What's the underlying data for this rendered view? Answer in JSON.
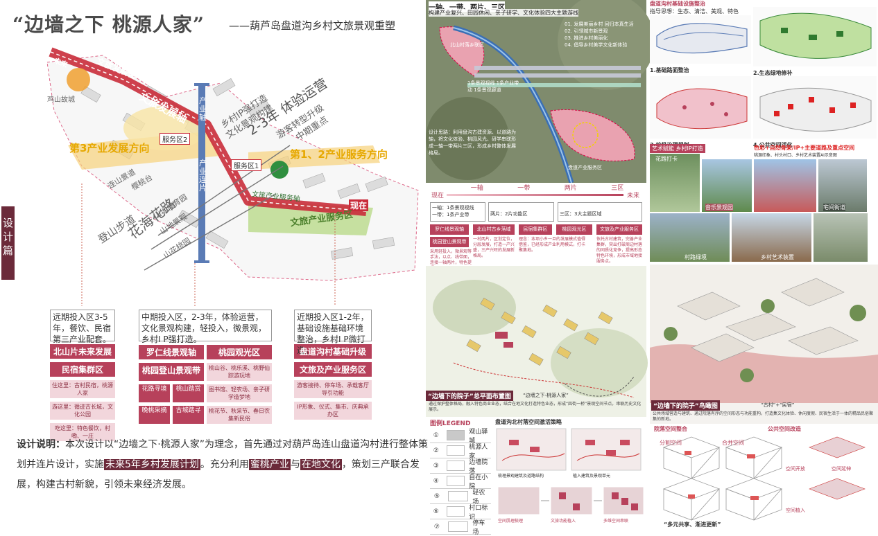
{
  "header": {
    "title": "“边墙之下 桃源人家”",
    "subtitle": "——葫芦岛盘道沟乡村文旅景观重塑"
  },
  "side_tag": "设计篇",
  "map": {
    "axis_main": "文旅发展轴",
    "axis_future": "未来",
    "axis_now": "现在",
    "industry_axis": "产业轴",
    "industry_chain": "产业连片",
    "ops": "2-3年 体验运营",
    "ip_label": "乡村IP强打造",
    "culture": "文化景观构建",
    "upgrade": "游客转型升级",
    "mid_focus": "中期重点",
    "band3": "第3产业发展方向",
    "band12": "第1、2产业服务方向",
    "service1": "服务区1",
    "service2": "服务区2",
    "north_service": "文旅产业服务轴",
    "culture_service": "文旅产业服务区",
    "hill_path": "登山步道",
    "flower_road": "花海花路",
    "hill_landscape": "山地景观",
    "mountain_park": "山地体育园",
    "huashan": "山花桃园",
    "lianshan": "连山景道",
    "old_town": "鸡山故城",
    "cherry": "樱桃台",
    "future_dev": "北山片未来发展"
  },
  "columns": {
    "far": {
      "text": "远期投入区3-5年，餐饮、民宿第三产业配套。",
      "pill1": "北山片未来发展",
      "pill2": "民宿集群区",
      "items": [
        "住这里：古村民宿，桃源人家",
        "游这里：循迹古长城，文化公园",
        "吃这里：特色餐饮，村嘞、一庄"
      ]
    },
    "mid": {
      "text": "中期投入区，2-3年，体验运营，文化景观构建，轻投入，微景观，乡村I P强打造。",
      "pills": [
        "罗仁线景观轴",
        "桃园观光区",
        "桃园登山景观带"
      ],
      "minis": [
        "桃山谷、桃乐溪、桃野仙踪游玩地",
        "图书馆、轻农场、亲子研学造梦地",
        "桃花节、秋采节、春日农集新民俗"
      ],
      "small": [
        "花路寻境",
        "桃山踏赏",
        "晚桃采摘",
        "古城踏寻"
      ]
    },
    "near": {
      "text": "近期投入区1-2年，基础设施基础环境整治，乡村I P微打造。",
      "pill1": "盘道沟村基础升级",
      "pill2": "文旅及产业服务区",
      "minis": [
        "游客接待、停车场、承载客厅导引功能",
        "IP形象、仪式、集市、庆典承办区"
      ]
    }
  },
  "description": {
    "lead": "设计说明：",
    "p1": "本次设计以“边墙之下·桃源人家”为理念，首先通过对葫芦岛连山盘道沟村进行整体策划并连片设计，实施",
    "h1": "未来5年乡村发展计划",
    "p2": "。充分利用",
    "h2": "蜜桃产业",
    "p3": "与",
    "h3": "在地文化",
    "p4": "，策划三产联合发展，构建古村新貌，引领未来经济发展。"
  },
  "panel_a": {
    "heading": "一轴、一带、两片、三区",
    "sub": "构建产业复兴、田园休闲、亲子研学、文化体验四大主题游线",
    "list": [
      "01. 发展美丽乡村 回归本真生活",
      "02. 引领城市新景观",
      "03. 推进乡村美丽化",
      "04. 倡导乡村美学文化新体验"
    ],
    "tag1": "北山村落乡联区",
    "tag2": "盘道产业服务区",
    "text_left": "设计思路：利用盘沟古建资源、以道路为轴，将文化体验、桃园风光、研学串联形成一轴一带两片三区，形成乡村整体发展格局。",
    "mid_text": "1条景观视线 1条产业带动 1条景观廊道"
  },
  "timeline": {
    "labels": [
      "一轴",
      "一带",
      "两片",
      "三区"
    ],
    "now": "现在",
    "future": "未来",
    "boxes": [
      "一轴：1条景观视线\n一带：1条产业带",
      "两片：2片功能区",
      "三区：3大主题区域"
    ],
    "pills": [
      "罗仁线景观轴",
      "北山村古乡落域",
      "民宿集群区",
      "桃园观光区",
      "文旅及产业服务区",
      "桃园登山景观带"
    ],
    "notes": [
      "采用轻投入，微景观等手法，以点、线带面，连接一轴两片，特色提质。",
      "一村两片，区划定位，分层发展，打造一产兴盛，三产兴旺的发展新格局。",
      "理念：本项小乡一旦的发展模式值得借鉴，已经形成产业利用模式，打卡聚集地。",
      "依托古村建筑，完善产业集群，突出打破周边村落的同质化竞争，提高形态特色环境，形成市域地接服务点。"
    ]
  },
  "plan": {
    "caption": "“边墙下的院子”总平面布置图",
    "sub": "“边墙之下-桃源人家”",
    "text": "通过保护整体格局，融入特色商业业态，结合在地文化打造特色业态，形成“四街一桥”景观空间节点，串联历史文化展示。"
  },
  "legend": {
    "title": "图例LEGEND",
    "rows": [
      {
        "n": "①",
        "label": "观山驿城",
        "color": "#c9c9c9"
      },
      {
        "n": "②",
        "label": "桃源人家",
        "color": "#ffffff"
      },
      {
        "n": "③",
        "label": "边墙院落",
        "color": "#ffffff"
      },
      {
        "n": "④",
        "label": "自在小院",
        "color": "#ffffff"
      },
      {
        "n": "⑤",
        "label": "轻农场",
        "color": "#ffffff"
      },
      {
        "n": "⑥",
        "label": "村口标识",
        "color": "#ffffff"
      },
      {
        "n": "⑦",
        "label": "停车场",
        "color": "#ffffff"
      }
    ]
  },
  "strategy": {
    "title": "盘道沟北村落空间激活策略",
    "steps": [
      "梳理景观建筑及道路结构",
      "植入建筑及景观单元",
      "空间肌理梳理",
      "文旅功能植入",
      "多维空间串联"
    ]
  },
  "guide": {
    "title": "盘道沟村基础设施整治",
    "sub": "指导思想：生态、清洁、美观、特色",
    "items": [
      "1.基础路面整治",
      "2.生态绿地修补",
      "3.垃圾治理规划",
      "4.公共空间活化"
    ]
  },
  "art": {
    "bar": "艺术赋能 乡村IP打造",
    "right_title": "色彩+自然骨架/IP+主要道路及重点空间",
    "sub": "桃源印象、村头村口、乡村艺术装置AI示意图",
    "labels": [
      "花路打卡",
      "音乐景观园",
      "宅间街道",
      "村路绿境",
      "乡村艺术装置"
    ]
  },
  "aerial": {
    "caption": "“边墙下的院子”鸟瞰图",
    "tag": "“古村”+“民宿”",
    "text": "公共场域营造与建筑、通过院落有序的空间形态与功能重构，打造集文化体验、休闲度假、民宿生活于一体的精品民俗聚集的新地。"
  },
  "courtyard": {
    "left_title": "院落空间整合",
    "right_title": "公共空间改造",
    "labels": [
      "分割空间",
      "合并空间",
      "空间开放",
      "空间延伸",
      "空间植入",
      "“多元共享、渐进更新”"
    ]
  }
}
